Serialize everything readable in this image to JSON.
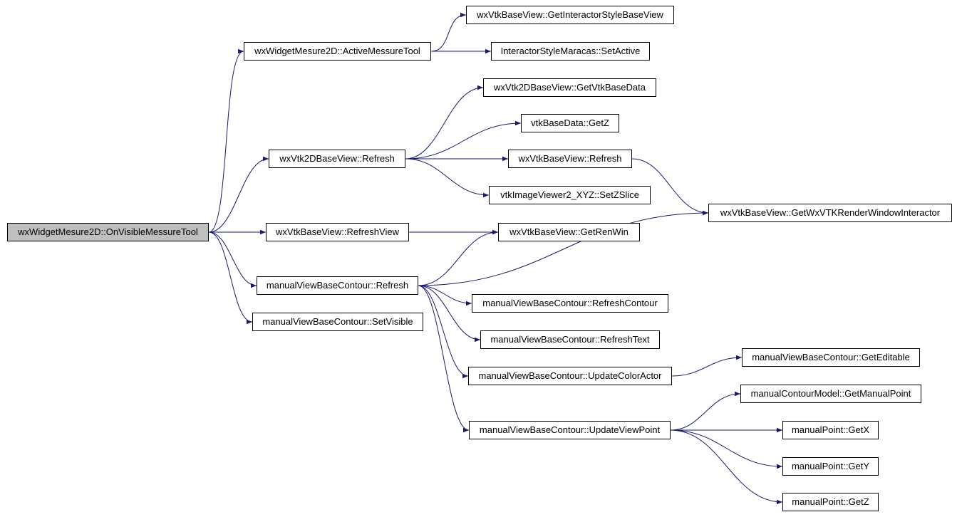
{
  "graph": {
    "edge_color": "#191970",
    "root_fill": "#bfbfbf",
    "nodes": [
      {
        "id": "n0",
        "label": "wxWidgetMesure2D::OnVisibleMessureTool"
      },
      {
        "id": "n1",
        "label": "wxWidgetMesure2D::ActiveMessureTool"
      },
      {
        "id": "n2",
        "label": "wxVtkBaseView::GetInteractorStyleBaseView"
      },
      {
        "id": "n3",
        "label": "InteractorStyleMaracas::SetActive"
      },
      {
        "id": "n4",
        "label": "wxVtk2DBaseView::Refresh"
      },
      {
        "id": "n5",
        "label": "wxVtk2DBaseView::GetVtkBaseData"
      },
      {
        "id": "n6",
        "label": "vtkBaseData::GetZ"
      },
      {
        "id": "n7",
        "label": "wxVtkBaseView::Refresh"
      },
      {
        "id": "n8",
        "label": "vtkImageViewer2_XYZ::SetZSlice"
      },
      {
        "id": "n9",
        "label": "wxVtkBaseView::GetWxVTKRenderWindowInteractor"
      },
      {
        "id": "n10",
        "label": "wxVtkBaseView::RefreshView"
      },
      {
        "id": "n11",
        "label": "wxVtkBaseView::GetRenWin"
      },
      {
        "id": "n12",
        "label": "manualViewBaseContour::Refresh"
      },
      {
        "id": "n13",
        "label": "manualViewBaseContour::SetVisible"
      },
      {
        "id": "n14",
        "label": "manualViewBaseContour::RefreshContour"
      },
      {
        "id": "n15",
        "label": "manualViewBaseContour::RefreshText"
      },
      {
        "id": "n16",
        "label": "manualViewBaseContour::UpdateColorActor"
      },
      {
        "id": "n17",
        "label": "manualViewBaseContour::GetEditable"
      },
      {
        "id": "n18",
        "label": "manualViewBaseContour::UpdateViewPoint"
      },
      {
        "id": "n19",
        "label": "manualContourModel::GetManualPoint"
      },
      {
        "id": "n20",
        "label": "manualPoint::GetX"
      },
      {
        "id": "n21",
        "label": "manualPoint::GetY"
      },
      {
        "id": "n22",
        "label": "manualPoint::GetZ"
      }
    ],
    "edges": [
      [
        "n0",
        "n1"
      ],
      [
        "n0",
        "n4"
      ],
      [
        "n0",
        "n10"
      ],
      [
        "n0",
        "n12"
      ],
      [
        "n0",
        "n13"
      ],
      [
        "n1",
        "n2"
      ],
      [
        "n1",
        "n3"
      ],
      [
        "n4",
        "n5"
      ],
      [
        "n4",
        "n6"
      ],
      [
        "n4",
        "n7"
      ],
      [
        "n4",
        "n8"
      ],
      [
        "n7",
        "n9"
      ],
      [
        "n10",
        "n11"
      ],
      [
        "n12",
        "n11"
      ],
      [
        "n12",
        "n9"
      ],
      [
        "n12",
        "n14"
      ],
      [
        "n12",
        "n15"
      ],
      [
        "n12",
        "n16"
      ],
      [
        "n12",
        "n18"
      ],
      [
        "n16",
        "n17"
      ],
      [
        "n18",
        "n19"
      ],
      [
        "n18",
        "n20"
      ],
      [
        "n18",
        "n21"
      ],
      [
        "n18",
        "n22"
      ]
    ]
  }
}
